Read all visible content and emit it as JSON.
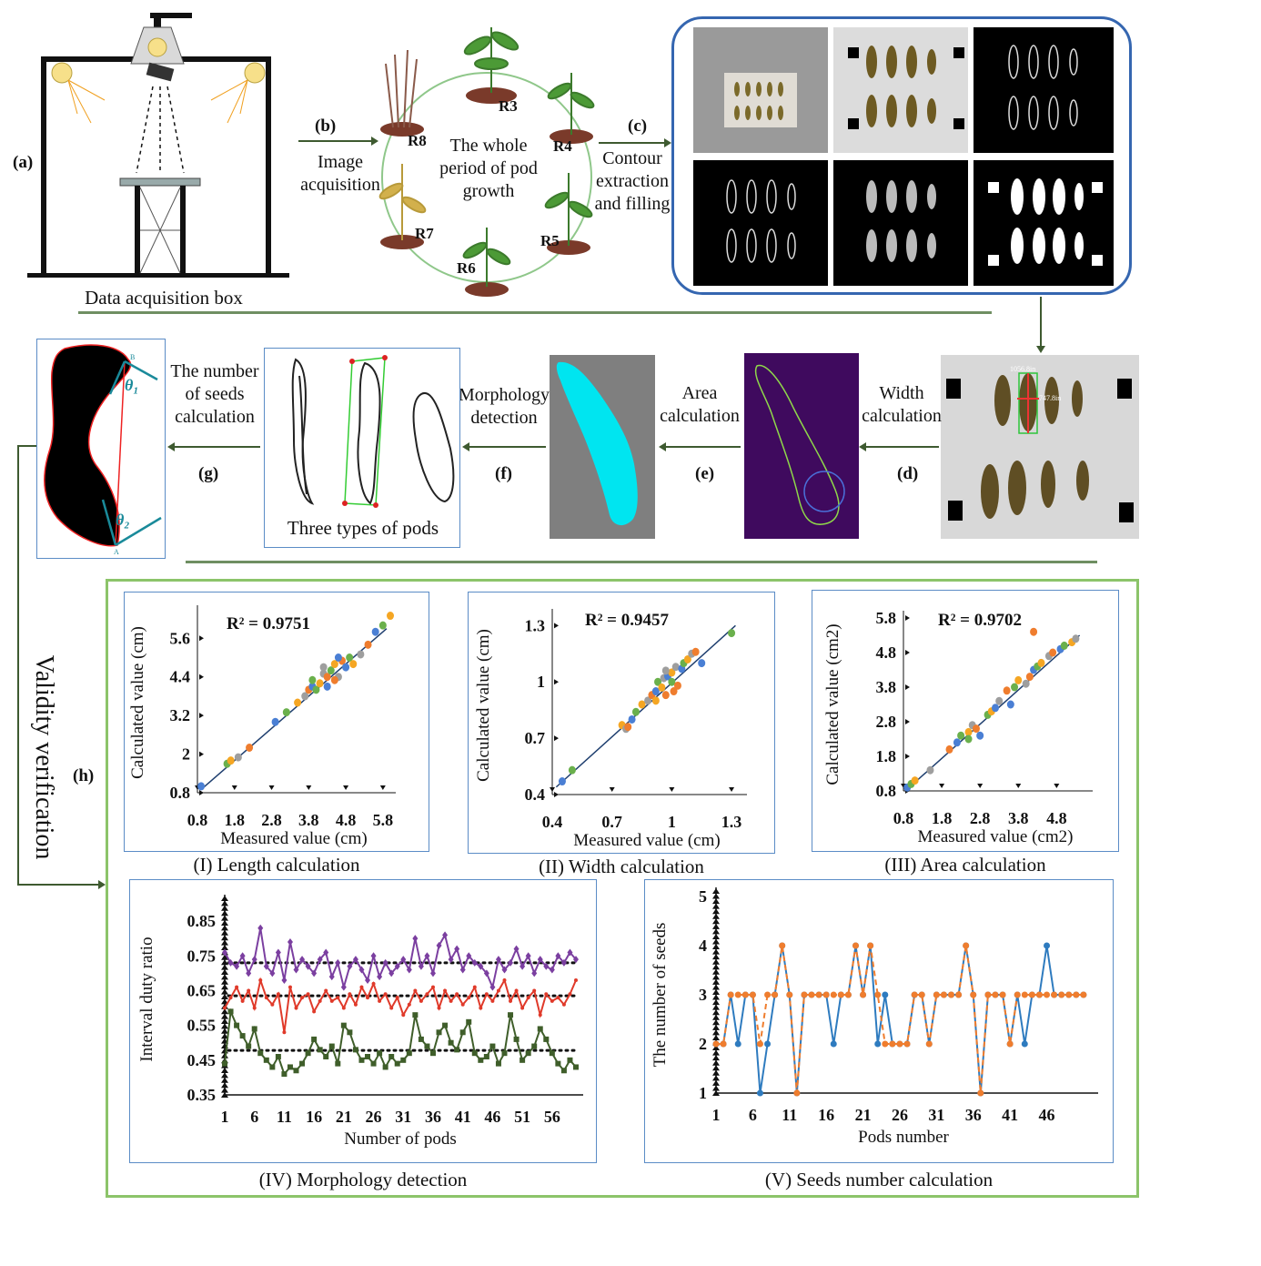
{
  "labels": {
    "a": "(a)",
    "b": "(b)",
    "c": "(c)",
    "d": "(d)",
    "e": "(e)",
    "f": "(f)",
    "g": "(g)",
    "h": "(h)",
    "acquisition_box": "Data acquisition box",
    "image_acquisition": "Image acquisition",
    "pod_growth": "The whole period of pod growth",
    "contour": "Contour extraction and filling",
    "width_calc": "Width calculation",
    "area_calc": "Area calculation",
    "morphology_detect": "Morphology detection",
    "seeds_calc": "The number of seeds calculation",
    "three_types": "Three types of pods",
    "validity": "Validity verification",
    "theta1": "θ₁",
    "theta2": "θ₂",
    "point_b": "B",
    "point_a": "A",
    "measure_1": "1056.8in",
    "measure_2": "747.8in"
  },
  "stages": [
    "R3",
    "R4",
    "R5",
    "R6",
    "R7",
    "R8"
  ],
  "captions": {
    "c1": "(I) Length calculation",
    "c2": "(II) Width calculation",
    "c3": "(III) Area calculation",
    "c4": "(IV) Morphology detection",
    "c5": "(V) Seeds number calculation"
  },
  "colors": {
    "accent_green": "#6f8f62",
    "panel_border": "#5b8cc6",
    "validity_border": "#8cc46a",
    "cyan_pod": "#00e5f0",
    "purple_bg": "#3f0a5e"
  },
  "chart_data": [
    {
      "type": "scatter",
      "xlabel": "Measured value (cm)",
      "ylabel": "Calculated value (cm)",
      "annotation": "R² = 0.9751",
      "xticks": [
        "0.8",
        "1.8",
        "2.8",
        "3.8",
        "4.8",
        "5.8"
      ],
      "yticks": [
        "0.8",
        "2",
        "3.2",
        "4.4",
        "5.6"
      ],
      "xlim": [
        0.8,
        6.0
      ],
      "ylim": [
        0.8,
        6.4
      ],
      "fit": [
        [
          0.9,
          0.9
        ],
        [
          5.9,
          5.9
        ]
      ],
      "points": [
        [
          0.9,
          1.0
        ],
        [
          1.6,
          1.7
        ],
        [
          1.7,
          1.8
        ],
        [
          1.9,
          1.9
        ],
        [
          2.2,
          2.2
        ],
        [
          2.9,
          3.0
        ],
        [
          3.2,
          3.3
        ],
        [
          3.5,
          3.6
        ],
        [
          3.7,
          3.8
        ],
        [
          3.8,
          4.0
        ],
        [
          3.9,
          4.1
        ],
        [
          4.0,
          4.0
        ],
        [
          4.1,
          4.2
        ],
        [
          4.2,
          4.5
        ],
        [
          4.3,
          4.4
        ],
        [
          4.3,
          4.1
        ],
        [
          4.4,
          4.6
        ],
        [
          4.5,
          4.8
        ],
        [
          4.6,
          4.4
        ],
        [
          4.7,
          4.9
        ],
        [
          4.8,
          4.7
        ],
        [
          4.9,
          5.0
        ],
        [
          5.0,
          4.8
        ],
        [
          5.2,
          5.1
        ],
        [
          5.4,
          5.4
        ],
        [
          5.6,
          5.8
        ],
        [
          5.8,
          6.0
        ],
        [
          6.0,
          6.3
        ],
        [
          4.2,
          4.7
        ],
        [
          4.5,
          4.3
        ],
        [
          4.6,
          5.0
        ],
        [
          3.9,
          4.3
        ]
      ]
    },
    {
      "type": "scatter",
      "xlabel": "Measured value (cm)",
      "ylabel": "Calculated value (cm)",
      "annotation": "R² = 0.9457",
      "xticks": [
        "0.4",
        "0.7",
        "1",
        "1.3"
      ],
      "yticks": [
        "0.4",
        "0.7",
        "1",
        "1.3"
      ],
      "xlim": [
        0.4,
        1.35
      ],
      "ylim": [
        0.4,
        1.35
      ],
      "fit": [
        [
          0.42,
          0.44
        ],
        [
          1.32,
          1.3
        ]
      ],
      "points": [
        [
          0.45,
          0.47
        ],
        [
          0.5,
          0.53
        ],
        [
          0.75,
          0.77
        ],
        [
          0.77,
          0.75
        ],
        [
          0.78,
          0.76
        ],
        [
          0.8,
          0.8
        ],
        [
          0.82,
          0.84
        ],
        [
          0.85,
          0.88
        ],
        [
          0.88,
          0.9
        ],
        [
          0.9,
          0.93
        ],
        [
          0.92,
          0.95
        ],
        [
          0.93,
          1.0
        ],
        [
          0.95,
          0.97
        ],
        [
          0.96,
          1.02
        ],
        [
          0.97,
          0.93
        ],
        [
          0.98,
          1.03
        ],
        [
          1.0,
          1.0
        ],
        [
          1.0,
          1.05
        ],
        [
          1.02,
          1.08
        ],
        [
          1.03,
          0.98
        ],
        [
          1.05,
          1.07
        ],
        [
          1.06,
          1.1
        ],
        [
          1.08,
          1.12
        ],
        [
          1.1,
          1.15
        ],
        [
          1.12,
          1.16
        ],
        [
          1.15,
          1.1
        ],
        [
          1.3,
          1.26
        ],
        [
          0.92,
          0.9
        ],
        [
          0.97,
          1.06
        ],
        [
          1.01,
          0.95
        ]
      ]
    },
    {
      "type": "scatter",
      "xlabel": "Measured value (cm2)",
      "ylabel": "Calculated value (cm2)",
      "annotation": "R² = 0.9702",
      "xticks": [
        "0.8",
        "1.8",
        "2.8",
        "3.8",
        "4.8"
      ],
      "yticks": [
        "0.8",
        "1.8",
        "2.8",
        "3.8",
        "4.8",
        "5.8"
      ],
      "xlim": [
        0.8,
        5.6
      ],
      "ylim": [
        0.8,
        5.8
      ],
      "fit": [
        [
          0.9,
          0.85
        ],
        [
          5.4,
          5.3
        ]
      ],
      "points": [
        [
          0.9,
          0.9
        ],
        [
          1.0,
          1.0
        ],
        [
          1.1,
          1.1
        ],
        [
          1.5,
          1.4
        ],
        [
          2.0,
          2.0
        ],
        [
          2.2,
          2.2
        ],
        [
          2.3,
          2.4
        ],
        [
          2.5,
          2.5
        ],
        [
          2.6,
          2.7
        ],
        [
          2.7,
          2.6
        ],
        [
          2.8,
          2.4
        ],
        [
          3.0,
          3.0
        ],
        [
          3.1,
          3.1
        ],
        [
          3.3,
          3.4
        ],
        [
          3.5,
          3.7
        ],
        [
          3.6,
          3.3
        ],
        [
          3.7,
          3.8
        ],
        [
          3.8,
          4.0
        ],
        [
          4.0,
          3.9
        ],
        [
          4.1,
          4.1
        ],
        [
          4.2,
          4.3
        ],
        [
          4.3,
          4.4
        ],
        [
          4.4,
          4.5
        ],
        [
          4.6,
          4.7
        ],
        [
          4.7,
          4.8
        ],
        [
          4.9,
          4.9
        ],
        [
          5.0,
          5.0
        ],
        [
          5.2,
          5.1
        ],
        [
          5.3,
          5.2
        ],
        [
          4.2,
          5.4
        ],
        [
          3.2,
          3.2
        ],
        [
          2.5,
          2.3
        ]
      ]
    },
    {
      "type": "line",
      "xlabel": "Number of pods",
      "ylabel": "Interval duty ratio",
      "xticks": [
        "1",
        "6",
        "11",
        "16",
        "21",
        "26",
        "31",
        "36",
        "41",
        "46",
        "51",
        "56"
      ],
      "yticks": [
        "0.35",
        "0.45",
        "0.55",
        "0.65",
        "0.75",
        "0.85"
      ],
      "xlim": [
        1,
        60
      ],
      "ylim": [
        0.35,
        0.9
      ],
      "means": [
        0.73,
        0.635,
        0.478
      ],
      "series": [
        {
          "color": "#7b3fa0",
          "values": [
            0.76,
            0.73,
            0.72,
            0.75,
            0.7,
            0.74,
            0.83,
            0.72,
            0.7,
            0.76,
            0.68,
            0.79,
            0.71,
            0.74,
            0.72,
            0.7,
            0.74,
            0.76,
            0.69,
            0.73,
            0.66,
            0.72,
            0.74,
            0.71,
            0.68,
            0.75,
            0.69,
            0.73,
            0.7,
            0.72,
            0.74,
            0.71,
            0.8,
            0.72,
            0.75,
            0.7,
            0.78,
            0.81,
            0.74,
            0.77,
            0.71,
            0.75,
            0.73,
            0.72,
            0.7,
            0.66,
            0.74,
            0.71,
            0.73,
            0.77,
            0.72,
            0.75,
            0.7,
            0.74,
            0.72,
            0.71,
            0.75,
            0.73,
            0.76,
            0.74
          ]
        },
        {
          "color": "#e03a2a",
          "values": [
            0.6,
            0.63,
            0.66,
            0.62,
            0.65,
            0.6,
            0.68,
            0.63,
            0.61,
            0.64,
            0.53,
            0.66,
            0.6,
            0.63,
            0.64,
            0.59,
            0.62,
            0.65,
            0.62,
            0.63,
            0.6,
            0.64,
            0.61,
            0.66,
            0.63,
            0.67,
            0.62,
            0.64,
            0.6,
            0.63,
            0.58,
            0.61,
            0.65,
            0.62,
            0.64,
            0.66,
            0.6,
            0.65,
            0.62,
            0.64,
            0.61,
            0.63,
            0.66,
            0.6,
            0.64,
            0.62,
            0.65,
            0.68,
            0.62,
            0.65,
            0.6,
            0.63,
            0.65,
            0.58,
            0.64,
            0.62,
            0.63,
            0.61,
            0.64,
            0.68
          ]
        },
        {
          "color": "#3f5e2a",
          "values": [
            0.44,
            0.59,
            0.55,
            0.52,
            0.49,
            0.54,
            0.47,
            0.45,
            0.43,
            0.46,
            0.41,
            0.43,
            0.42,
            0.44,
            0.47,
            0.51,
            0.48,
            0.46,
            0.49,
            0.44,
            0.55,
            0.53,
            0.48,
            0.45,
            0.46,
            0.44,
            0.47,
            0.43,
            0.46,
            0.44,
            0.45,
            0.47,
            0.58,
            0.51,
            0.49,
            0.47,
            0.53,
            0.55,
            0.5,
            0.48,
            0.53,
            0.56,
            0.47,
            0.45,
            0.46,
            0.49,
            0.44,
            0.47,
            0.58,
            0.51,
            0.45,
            0.47,
            0.49,
            0.54,
            0.51,
            0.47,
            0.44,
            0.42,
            0.45,
            0.43
          ]
        }
      ]
    },
    {
      "type": "line",
      "xlabel": "Pods number",
      "ylabel": "The number of seeds",
      "xticks": [
        "1",
        "6",
        "11",
        "16",
        "21",
        "26",
        "31",
        "36",
        "41",
        "46"
      ],
      "yticks": [
        "1",
        "2",
        "3",
        "4",
        "5"
      ],
      "xlim": [
        1,
        52
      ],
      "ylim": [
        1,
        5
      ],
      "series": [
        {
          "color": "#2e7bbf",
          "values": [
            2,
            2,
            3,
            2,
            3,
            3,
            1,
            2,
            3,
            4,
            3,
            1,
            3,
            3,
            3,
            3,
            2,
            3,
            3,
            4,
            3,
            4,
            2,
            3,
            2,
            2,
            2,
            3,
            3,
            2,
            3,
            3,
            3,
            3,
            4,
            3,
            1,
            3,
            3,
            3,
            2,
            3,
            2,
            3,
            3,
            4,
            3,
            3,
            3,
            3,
            3
          ]
        },
        {
          "color": "#ef7d2e",
          "values": [
            2,
            2,
            3,
            3,
            3,
            3,
            2,
            3,
            3,
            4,
            3,
            1,
            3,
            3,
            3,
            3,
            3,
            3,
            3,
            4,
            3,
            4,
            3,
            2,
            2,
            2,
            2,
            3,
            3,
            2,
            3,
            3,
            3,
            3,
            4,
            3,
            1,
            3,
            3,
            3,
            2,
            3,
            3,
            3,
            3,
            3,
            3,
            3,
            3,
            3,
            3
          ]
        }
      ]
    }
  ]
}
